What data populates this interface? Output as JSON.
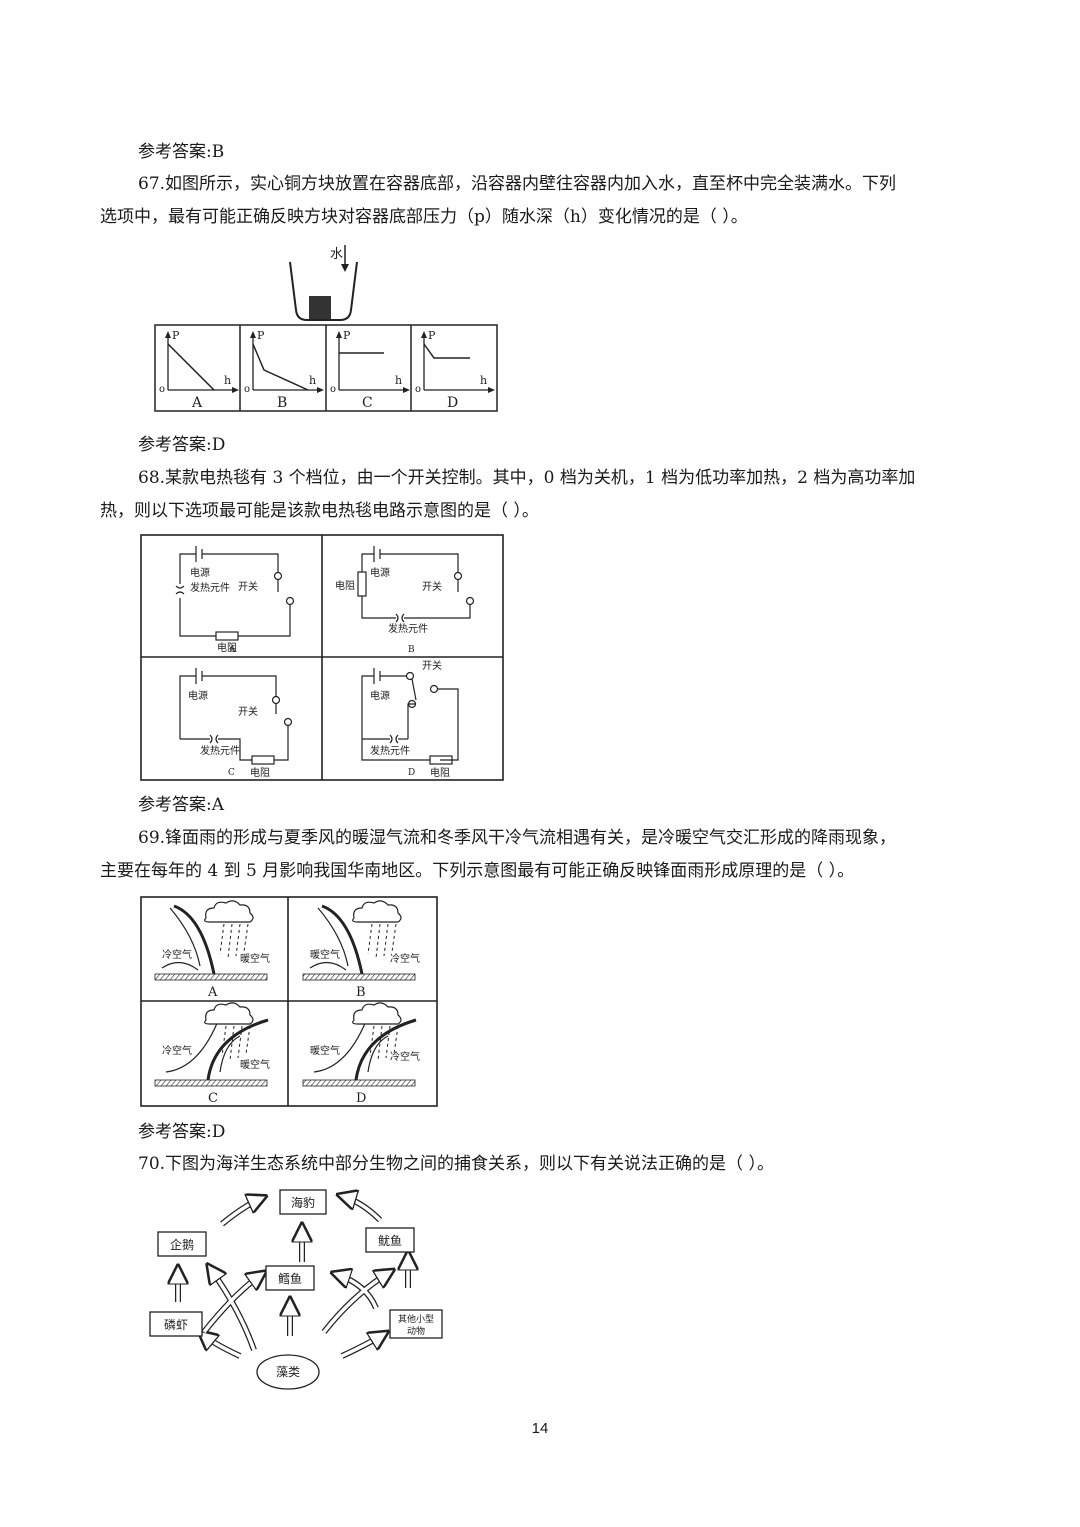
{
  "q66": {
    "answer": "参考答案:B"
  },
  "q67": {
    "line1": "67.如图所示，实心铜方块放置在容器底部，沿容器内壁往容器内加入水，直至杯中完全装满水。下列",
    "line2": "选项中，最有可能正确反映方块对容器底部压力（p）随水深（h）变化情况的是（    ）。",
    "water_label": "水",
    "y_label": "P",
    "x_label": "h",
    "origin": "o",
    "options": [
      "A",
      "B",
      "C",
      "D"
    ],
    "answer": "参考答案:D"
  },
  "q68": {
    "line1": "68.某款电热毯有 3 个档位，由一个开关控制。其中，0 档为关机，1 档为低功率加热，2 档为高功率加",
    "line2": "热，则以下选项最可能是该款电热毯电路示意图的是（    ）。",
    "labels": {
      "power": "电源",
      "heater": "发热元件",
      "switch": "开关",
      "resistor": "电阻"
    },
    "options": [
      "A",
      "B",
      "C",
      "D"
    ],
    "answer": "参考答案:A"
  },
  "q69": {
    "line1": "69.锋面雨的形成与夏季风的暖湿气流和冬季风干冷气流相遇有关，是冷暖空气交汇形成的降雨现象，",
    "line2": "主要在每年的 4 到 5 月影响我国华南地区。下列示意图最有可能正确反映锋面雨形成原理的是（    ）。",
    "labels": {
      "cold": "冷空气",
      "warm": "暖空气"
    },
    "options": [
      "A",
      "B",
      "C",
      "D"
    ],
    "answer": "参考答案:D"
  },
  "q70": {
    "line1": "70.下图为海洋生态系统中部分生物之间的捕食关系，则以下有关说法正确的是（    ）。",
    "nodes": {
      "seal": "海豹",
      "penguin": "企鹅",
      "squid": "鱿鱼",
      "cod": "鳕鱼",
      "krill": "磷虾",
      "other1": "其他小型",
      "other2": "动物",
      "algae": "藻类"
    }
  },
  "page_number": "14"
}
